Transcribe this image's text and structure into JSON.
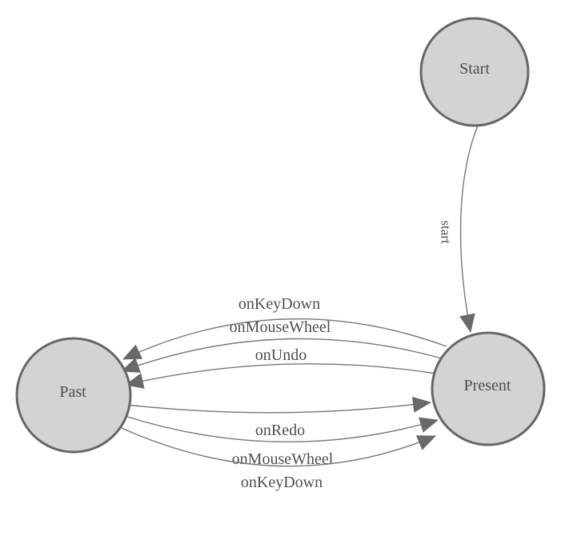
{
  "diagram": {
    "title": "finite-state-machine",
    "colors": {
      "background": "#ffffff",
      "node_fill": "#d3d3d3",
      "node_stroke": "#666666",
      "edge_stroke": "#777777",
      "arrow_fill": "#696969",
      "label_color": "#4f4f54"
    },
    "nodes": [
      {
        "id": "start",
        "label": "Start"
      },
      {
        "id": "present",
        "label": "Present"
      },
      {
        "id": "past",
        "label": "Past"
      }
    ],
    "edges": [
      {
        "from": "start",
        "to": "present",
        "label": "start"
      },
      {
        "from": "present",
        "to": "past",
        "label": "onKeyDown"
      },
      {
        "from": "present",
        "to": "past",
        "label": "onMouseWheel"
      },
      {
        "from": "present",
        "to": "past",
        "label": "onUndo"
      },
      {
        "from": "past",
        "to": "present",
        "label": "onRedo"
      },
      {
        "from": "past",
        "to": "present",
        "label": "onMouseWheel"
      },
      {
        "from": "past",
        "to": "present",
        "label": "onKeyDown"
      }
    ]
  }
}
